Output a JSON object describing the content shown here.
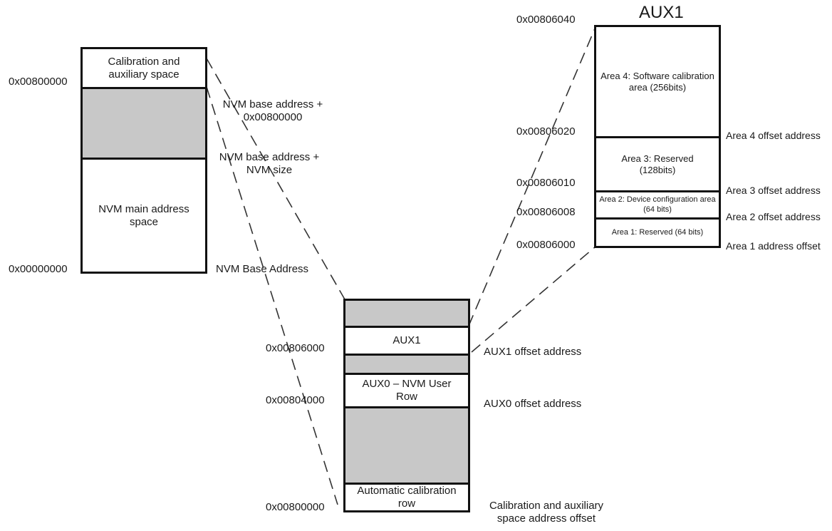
{
  "left": {
    "cells": {
      "calibration": "Calibration and auxiliary space",
      "main": "NVM main address space"
    },
    "addresses": {
      "cal_base": "0x00800000",
      "base": "0x00000000"
    },
    "notes": {
      "cal_base": "NVM base address + 0x00800000",
      "nvm_end": "NVM base address + NVM size",
      "base": "NVM Base Address"
    }
  },
  "middle": {
    "cells": {
      "aux1": "AUX1",
      "aux0": "AUX0 – NVM User Row",
      "auto_cal": "Automatic calibration row"
    },
    "addresses": {
      "aux1": "0x00806000",
      "aux0": "0x00804000",
      "cal": "0x00800000"
    },
    "notes": {
      "aux1": "AUX1 offset address",
      "aux0": "AUX0 offset address",
      "cal": "Calibration and auxiliary space address offset"
    }
  },
  "right": {
    "title": "AUX1",
    "cells": {
      "area4": "Area 4: Software calibration area (256bits)",
      "area3": "Area 3: Reserved (128bits)",
      "area2": "Area 2: Device configuration area (64 bits)",
      "area1": "Area 1: Reserved (64 bits)"
    },
    "addresses": {
      "top": "0x00806040",
      "a4": "0x00806020",
      "a3": "0x00806010",
      "a2": "0x00806008",
      "a1": "0x00806000"
    },
    "notes": {
      "a4": "Area 4 offset address",
      "a3": "Area 3 offset address",
      "a2": "Area 2 offset address",
      "a1": "Area 1 address offset"
    }
  },
  "colors": {
    "reserved_fill": "#c8c8c8",
    "border": "#111111",
    "dash": "#333333"
  }
}
